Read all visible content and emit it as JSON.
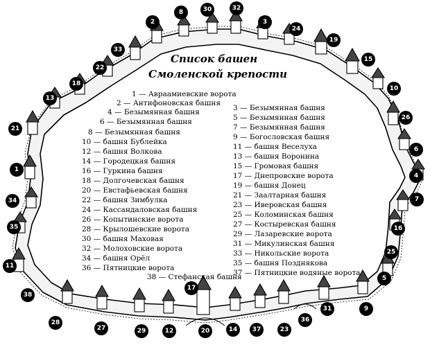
{
  "title": {
    "line1": "Список башен",
    "line2": "Смоленской крепости"
  },
  "legend_left": [
    "1 — Авраамиевские ворота",
    "2 — Антифоновская башня",
    "4 — Безымянная башня",
    "6 — Безымянная башня",
    "8 — Безымянная башня",
    "10 — башня Бублейка",
    "12 — башня Волкова",
    "14 — Городецкая башня",
    "16 — Гуркина башня",
    "18 — Долгочевская башня",
    "20 — Евстафьевская башня",
    "22 — башня Зимбулка",
    "24 — Кассандаловская башня",
    "26 — Копытинские ворота",
    "28 — Крылошевские ворота",
    "30 — башня Маховая",
    "32 — Молоховские ворота",
    "34 — башня Орёл",
    "36 — Пятницкие ворота"
  ],
  "legend_right": [
    "3 — Безымянная башня",
    "5 — Безымянная башня",
    "7 — Безымянная башня",
    "9 — Богословская башня",
    "11 — башня Веселуха",
    "13 — башня Воронина",
    "15 — Громовая башня",
    "17 — Днепровские ворота",
    "19 — башня Донец",
    "21 — Заалтарная башня",
    "23 — Иверовская башня",
    "25 — Коломинская башня",
    "27 — Костыревская башня",
    "29 — Лазаревские ворота",
    "31 — Микулинская башня",
    "33 — Никольские ворота",
    "35 — башня Позднякова",
    "37 — Пятницкие водяные ворота"
  ],
  "legend_bottom": "38 — Стефанская башня",
  "tower_badges": [
    "8",
    "30",
    "32",
    "2",
    "3",
    "33",
    "24",
    "19",
    "22",
    "15",
    "18",
    "10",
    "13",
    "26",
    "21",
    "6",
    "1",
    "4",
    "34",
    "7",
    "16",
    "35",
    "25",
    "11",
    "5",
    "38",
    "17",
    "9",
    "28",
    "27",
    "29",
    "12",
    "20",
    "14",
    "37",
    "23",
    "36",
    "31"
  ]
}
